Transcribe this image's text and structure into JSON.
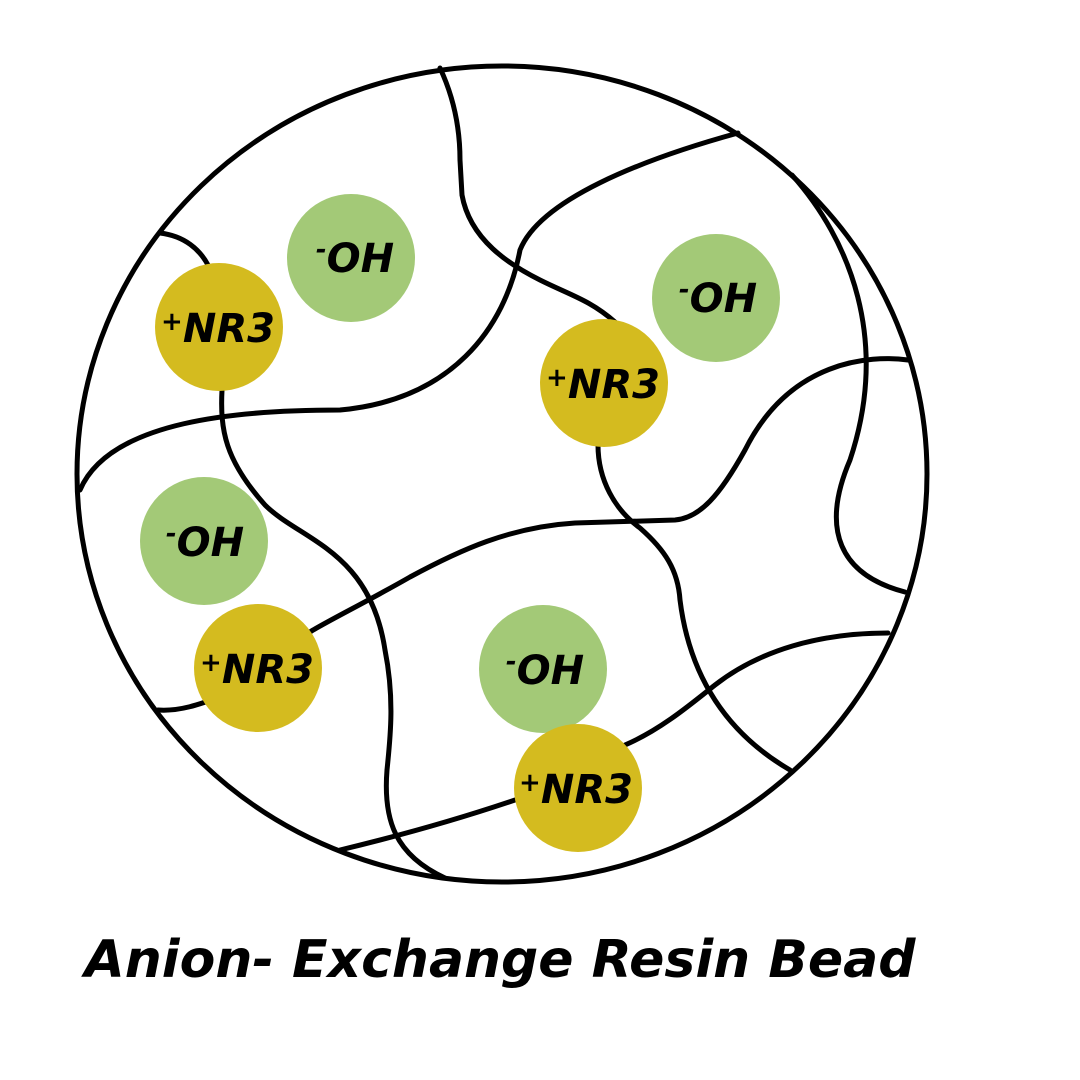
{
  "title": "Anion- Exchange Resin Bead",
  "colors": {
    "outline": "#000000",
    "hydroxide_fill": "#a3c977",
    "amine_fill": "#d4bb1f",
    "background": "#ffffff"
  },
  "ions": {
    "hydroxide": {
      "charge": "-",
      "formula": "OH"
    },
    "amine": {
      "charge": "+",
      "formula": "NR3"
    }
  }
}
